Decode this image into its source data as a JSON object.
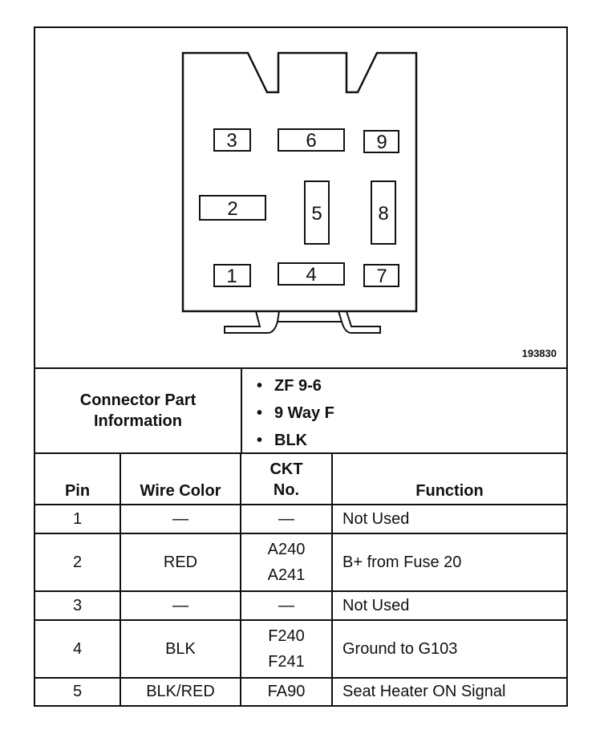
{
  "figure_number": "193830",
  "connector_pins": [
    "1",
    "2",
    "3",
    "4",
    "5",
    "6",
    "7",
    "8",
    "9"
  ],
  "connector_info": {
    "label_line1": "Connector Part",
    "label_line2": "Information",
    "items": [
      "ZF 9-6",
      "9 Way F",
      "BLK"
    ]
  },
  "table": {
    "headers": {
      "pin": "Pin",
      "wire_color": "Wire Color",
      "ckt_line1": "CKT",
      "ckt_line2": "No.",
      "function": "Function"
    },
    "rows": [
      {
        "pin": "1",
        "wire_color": "—",
        "ckt": [
          "—"
        ],
        "function": "Not Used"
      },
      {
        "pin": "2",
        "wire_color": "RED",
        "ckt": [
          "A240",
          "A241"
        ],
        "function": "B+ from Fuse 20"
      },
      {
        "pin": "3",
        "wire_color": "—",
        "ckt": [
          "—"
        ],
        "function": "Not Used"
      },
      {
        "pin": "4",
        "wire_color": "BLK",
        "ckt": [
          "F240",
          "F241"
        ],
        "function": "Ground to G103"
      },
      {
        "pin": "5",
        "wire_color": "BLK/RED",
        "ckt": [
          "FA90"
        ],
        "function": "Seat Heater ON Signal"
      }
    ]
  }
}
